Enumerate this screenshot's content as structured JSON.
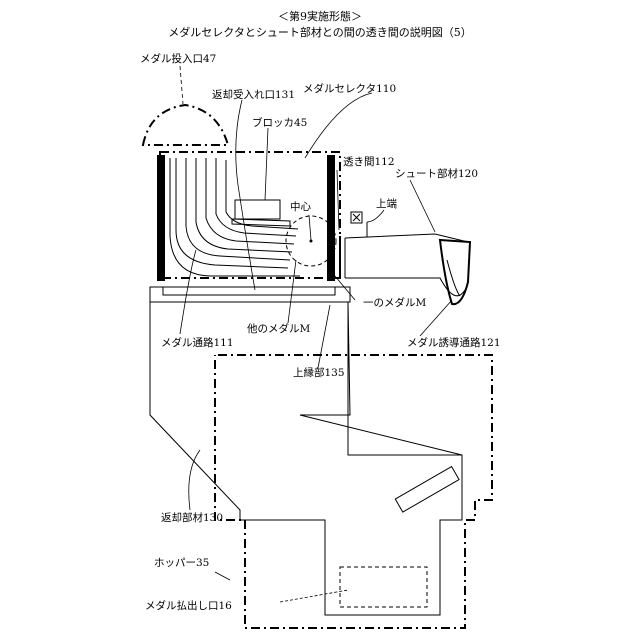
{
  "header": {
    "embodiment": "＜第9実施形態＞",
    "subtitle": "メダルセレクタとシュート部材との間の透き間の説明図（5）"
  },
  "labels": {
    "medal_slot": "メダル投入口47",
    "return_inlet": "返却受入れ口131",
    "medal_selector": "メダルセレクタ110",
    "blocker": "ブロッカ45",
    "gap": "透き間112",
    "chute_member": "シュート部材120",
    "center": "中心",
    "upper_edge": "上端",
    "one_medal": "一のメダルM",
    "other_medal": "他のメダルM",
    "medal_path": "メダル通路111",
    "guide_path": "メダル誘導通路121",
    "upper_rim": "上縁部135",
    "return_member": "返却部材130",
    "hopper": "ホッパー35",
    "payout_port": "メダル払出し口16"
  }
}
